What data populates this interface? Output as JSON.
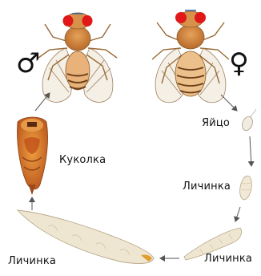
{
  "symbols": {
    "male": "♂",
    "female": "♀"
  },
  "labels": {
    "egg": "Яйцо",
    "larva_small": "Личинка",
    "pupa": "Куколка",
    "larva_large_left": "Личинка",
    "larva_large_right": "Личинка"
  }
}
